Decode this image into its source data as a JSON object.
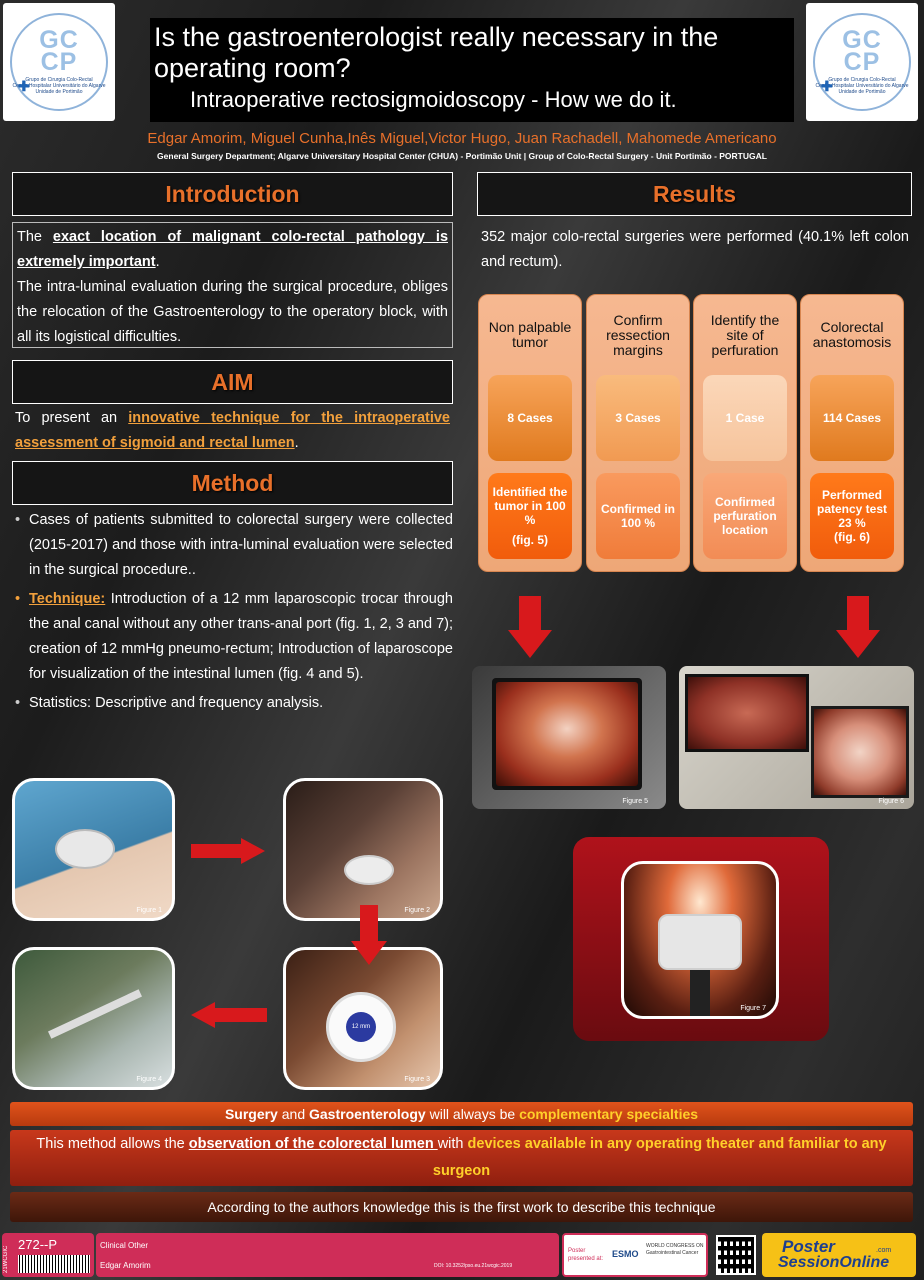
{
  "header": {
    "logo_letters_top": "GC",
    "logo_letters_bottom": "CP",
    "logo_line1": "Grupo de Cirurgia Colo-Rectal",
    "logo_line2": "Centro Hospitalar Universitário do Algarve",
    "logo_line3": "Unidade de Portimão",
    "title_line1": "Is the gastroenterologist really necessary in the",
    "title_line2": "operating room?",
    "subtitle": "Intraoperative rectosigmoidoscopy - How we do it.",
    "authors": "Edgar Amorim, Miguel Cunha,Inês Miguel,Victor Hugo, Juan Rachadell, Mahomede Americano",
    "affiliation": "General Surgery Department;   Algarve Universitary Hospital Center (CHUA) - Portimão Unit | Group of Colo-Rectal Surgery - Unit Portimão - PORTUGAL"
  },
  "introduction": {
    "heading": "Introduction",
    "p1_pre": "The ",
    "p1_bold": "exact location of malignant colo-rectal pathology is extremely important",
    "p1_post": ".",
    "p2": "The intra-luminal evaluation during the surgical procedure, obliges the relocation of the Gastroenterology to the operatory block, with all its logistical difficulties."
  },
  "aim": {
    "heading": "AIM",
    "pre": "To present an ",
    "highlight": "innovative technique for the intraoperative assessment of sigmoid and rectal lumen",
    "post": "."
  },
  "method": {
    "heading": "Method",
    "item1": "Cases of patients submitted to colorectal surgery were collected (2015-2017) and those with intra-luminal evaluation were selected in the surgical procedure..",
    "item2_label": "Technique:",
    "item2_text": " Introduction of a 12 mm laparoscopic trocar through the anal canal without any other trans-anal port (fig. 1, 2, 3 and 7); creation of 12 mmHg pneumo-rectum; Introduction of laparoscope for visualization of the intestinal lumen (fig. 4 and 5).",
    "item3": "Statistics: Descriptive and frequency analysis."
  },
  "figures": {
    "fig1": "Figure 1",
    "fig2": "Figure 2",
    "fig3": "Figure 3",
    "fig4": "Figure 4",
    "fig5": "Figure 5",
    "fig6": "Figure 6",
    "fig7": "Figure 7",
    "trocar_label": "12 mm"
  },
  "results": {
    "heading": "Results",
    "intro": "352 major colo-rectal surgeries were performed (40.1% left colon and rectum).",
    "columns": [
      {
        "title": "Non palpable tumor",
        "cases": "8 Cases",
        "result_lines": [
          "Identified the tumor in 100 %",
          "(fig. 5)"
        ]
      },
      {
        "title": "Confirm ressection margins",
        "cases": "3 Cases",
        "result_lines": [
          "Confirmed in 100 %"
        ]
      },
      {
        "title": "Identify the site of perfuration",
        "cases": "1 Case",
        "result_lines": [
          "Confirmed perfuration location"
        ]
      },
      {
        "title": "Colorectal anastomosis",
        "cases": "114 Cases",
        "result_lines": [
          "Performed patency test  23 %",
          "(fig. 6)"
        ]
      }
    ]
  },
  "conclusions": {
    "line1_a": "Surgery",
    "line1_b": " and ",
    "line1_c": "Gastroenterology",
    "line1_d": " will always be ",
    "line1_e": "complementary specialties",
    "line2_a": "This method allows the ",
    "line2_b": "observation of the colorectal lumen ",
    "line2_c": "with ",
    "line2_d": "devices available in any operating theater and familiar to any surgeon",
    "line3": "According to the authors knowledge this is the first work to describe this technique"
  },
  "footer": {
    "poster_id": "272--P",
    "side_code": "21WCGIC",
    "category": "Clinical Other",
    "author": "Edgar Amorim",
    "doi": "DOI: 10.3252/pso.eu.21wcgic.2019",
    "presented_at": "Poster presented at:",
    "esmo": "ESMO",
    "congress": "WORLD CONGRESS ON Gastrointestinal Cancer",
    "brand_a": "Poster",
    "brand_b": "SessionOnline",
    "brand_c": ".com"
  },
  "colors": {
    "accent_orange": "#e8702a",
    "arrow_red": "#d8191c",
    "footer_pink": "#cf2d58"
  }
}
